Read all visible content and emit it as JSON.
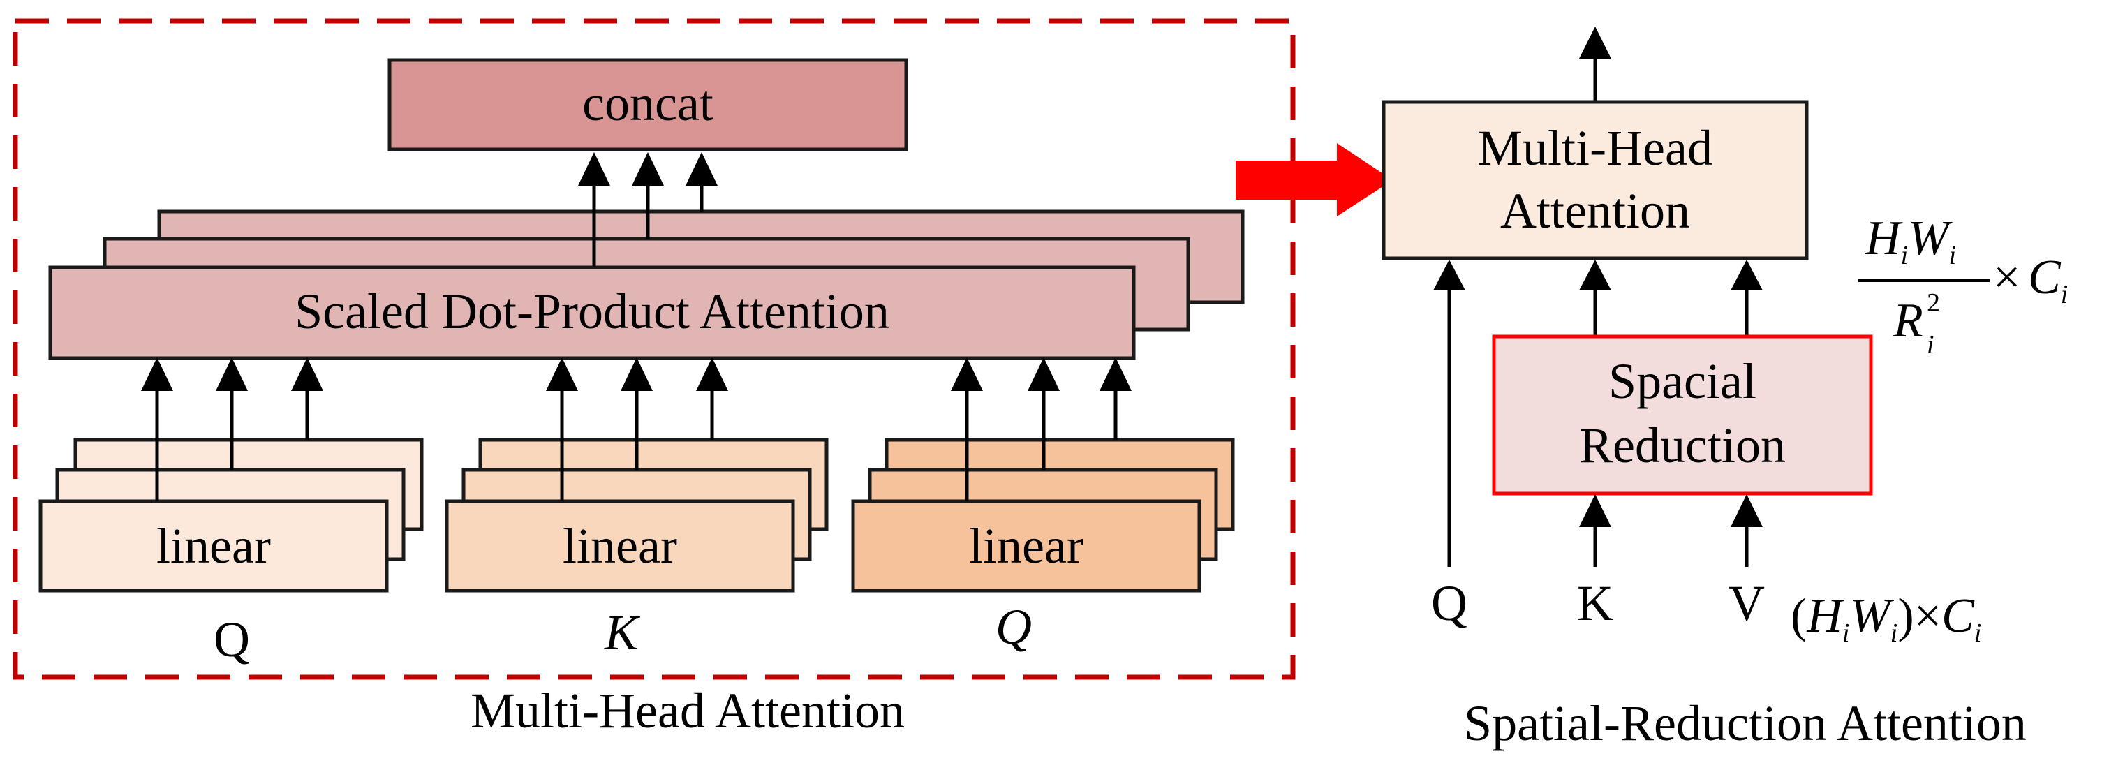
{
  "colors": {
    "concat_fill": "#d99593",
    "attention_fill": "#e2b5b5",
    "linear_q_fill": "#fce9dc",
    "linear_k_fill": "#f9d7bd",
    "linear_v_fill": "#f6c29b",
    "mha_fill": "#fbeade",
    "sr_fill": "#f2dcdc",
    "sr_border": "#ff0000",
    "dashed_border": "#c00000",
    "big_arrow": "#ff0000"
  },
  "left": {
    "concat_label": "concat",
    "attention_label": "Scaled Dot-Product Attention",
    "linear_labels": [
      "linear",
      "linear",
      "linear"
    ],
    "input_labels": [
      "Q",
      "K",
      "Q"
    ],
    "caption": "Multi-Head Attention"
  },
  "right": {
    "mha_line1": "Multi-Head",
    "mha_line2": "Attention",
    "sr_line1": "Spacial",
    "sr_line2": "Reduction",
    "input_labels": [
      "Q",
      "K",
      "V"
    ],
    "caption": "Spatial-Reduction Attention",
    "formula_top": {
      "num_H": "H",
      "num_i1": "i",
      "num_W": "W",
      "num_i2": "i",
      "den_R": "R",
      "den_sup": "2",
      "den_sub": "i",
      "times": "×",
      "C": "C",
      "C_sub": "i"
    },
    "formula_bottom": {
      "open": "(",
      "H": "H",
      "i1": "i",
      "W": "W",
      "i2": "i",
      "close": ")",
      "times": "×",
      "C": "C",
      "C_sub": "i"
    }
  }
}
